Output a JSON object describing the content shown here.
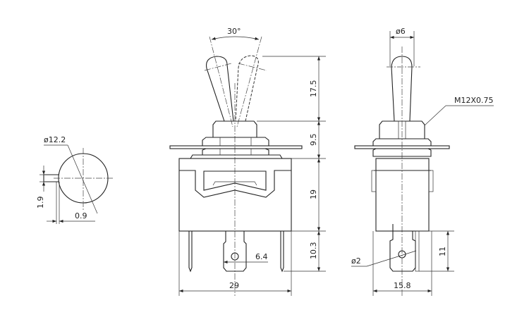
{
  "title": "Toggle switch dimensional drawing",
  "left_view": {
    "diameter": "ø12.2",
    "tab_height": "1.9",
    "tab_width": "0.9"
  },
  "front_view": {
    "angle": "30°",
    "lever_height": "17.5",
    "bushing_height": "9.5",
    "body_height": "19",
    "terminal_length": "10.3",
    "terminal_width": "6.4",
    "body_width": "29"
  },
  "side_view": {
    "lever_diameter": "ø6",
    "thread": "M12X0.75",
    "hole_diameter": "ø2",
    "terminal_length": "11",
    "body_depth": "15.8"
  }
}
